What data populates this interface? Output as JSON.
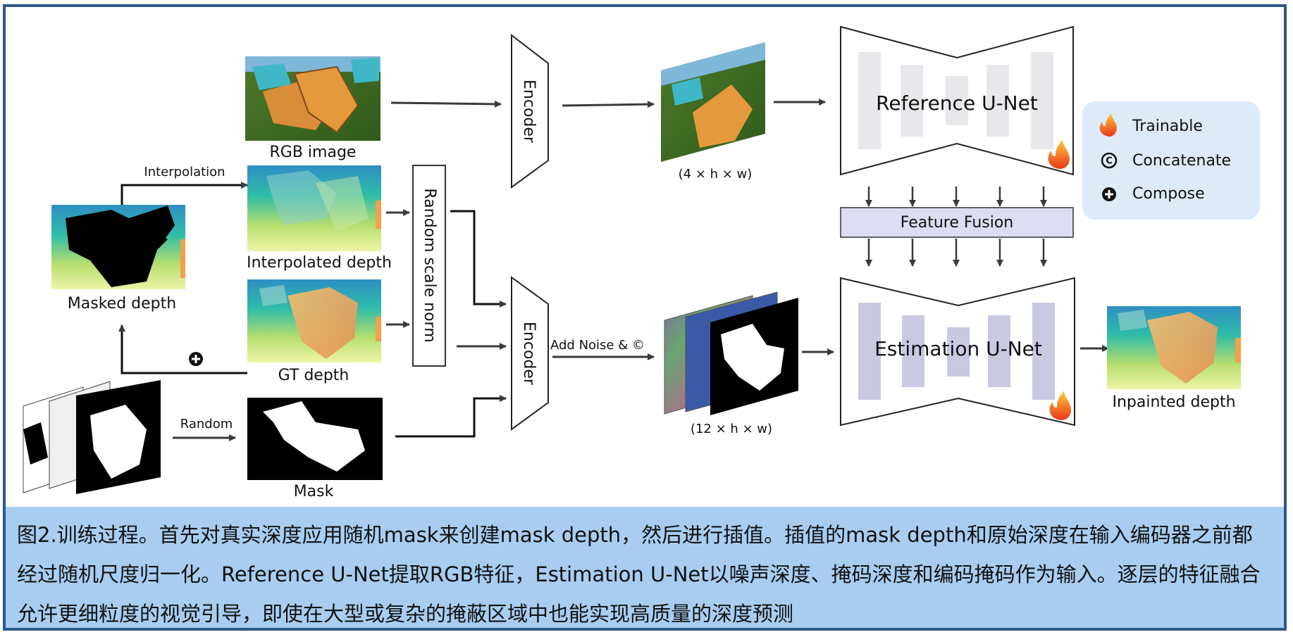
{
  "figure": {
    "labels": {
      "rgb_image": "RGB image",
      "interpolation": "Interpolation",
      "interpolated_depth": "Interpolated depth",
      "masked_depth": "Masked depth",
      "gt_depth": "GT depth",
      "random": "Random",
      "mask": "Mask",
      "random_scale_norm": "Random scale norm",
      "encoder_top": "Encoder",
      "encoder_bottom": "Encoder",
      "latent_top_dims": "(4 × h × w)",
      "add_noise": "Add Noise & ©",
      "latent_bottom_dims": "(12 × h × w)",
      "reference_unet": "Reference U-Net",
      "feature_fusion": "Feature Fusion",
      "estimation_unet": "Estimation U-Net",
      "inpainted_depth": "Inpainted depth"
    },
    "legend": {
      "trainable": "Trainable",
      "concatenate": "Concatenate",
      "compose": "Compose"
    },
    "colors": {
      "frame_border": "#2c5a8a",
      "caption_bg": "#a8cdf0",
      "legend_bg": "#ddebf8",
      "feature_fusion_bg": "#dcdcf2",
      "unet_bar_reference": "#e8e8ec",
      "unet_bar_estimation": "#c9c9e2"
    },
    "icons": {
      "trainable": "flame-icon",
      "concatenate": "circled-c-icon",
      "compose": "circled-plus-icon"
    }
  },
  "caption": {
    "text": "图2.训练过程。首先对真实深度应用随机mask来创建mask depth，然后进行插值。插值的mask depth和原始深度在输入编码器之前都经过随机尺度归一化。Reference U-Net提取RGB特征，Estimation U-Net以噪声深度、掩码深度和编码掩码作为输入。逐层的特征融合允许更细粒度的视觉引导，即使在大型或复杂的掩蔽区域中也能实现高质量的深度预测"
  }
}
